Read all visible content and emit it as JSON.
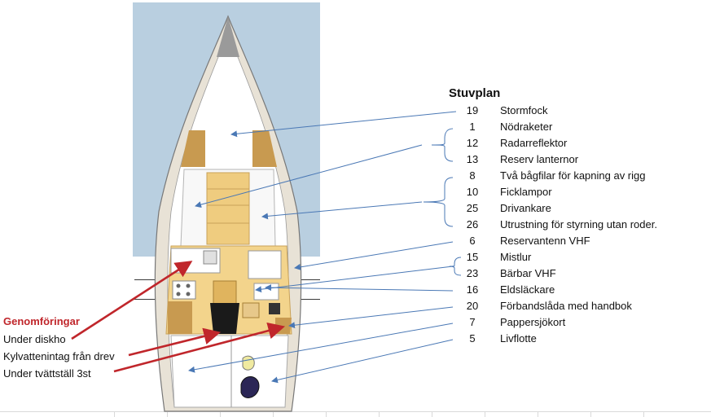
{
  "stuvplan": {
    "title": "Stuvplan",
    "items": [
      {
        "num": "19",
        "label": "Stormfock"
      },
      {
        "num": "1",
        "label": "Nödraketer"
      },
      {
        "num": "12",
        "label": "Radarreflektor"
      },
      {
        "num": "13",
        "label": "Reserv lanternor"
      },
      {
        "num": "8",
        "label": "Två bågfilar för kapning av rigg"
      },
      {
        "num": "10",
        "label": "Ficklampor"
      },
      {
        "num": "25",
        "label": "Drivankare"
      },
      {
        "num": "26",
        "label": "Utrustning för styrning utan roder."
      },
      {
        "num": "6",
        "label": "Reservantenn VHF"
      },
      {
        "num": "15",
        "label": "Mistlur"
      },
      {
        "num": "23",
        "label": "Bärbar VHF"
      },
      {
        "num": "16",
        "label": "Eldsläckare"
      },
      {
        "num": "20",
        "label": "Förbandslåda med handbok"
      },
      {
        "num": "7",
        "label": "Pappersjökort"
      },
      {
        "num": "5",
        "label": "Livflotte"
      }
    ]
  },
  "penetrations": {
    "title": "Genomföringar",
    "items": [
      "Under diskho",
      "Kylvattenintag från drev",
      "Under tvättställ 3st"
    ]
  },
  "colors": {
    "accent_red": "#c0262b",
    "leader_blue": "#4a78b5",
    "panel_blue": "#b9cfe0",
    "wood": "#f3d48c"
  }
}
